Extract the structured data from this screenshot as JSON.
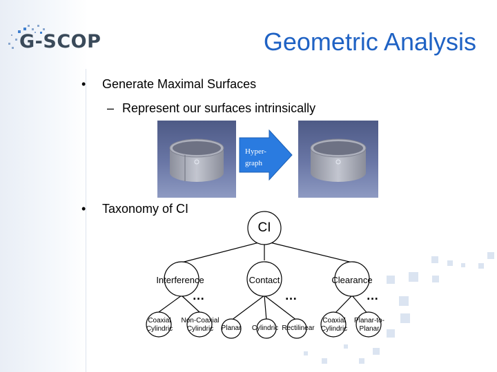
{
  "logo": {
    "text": "G-SCOP"
  },
  "title": "Geometric Analysis",
  "bullets": {
    "b1": "Generate Maximal Surfaces",
    "b1_sub": "Represent our surfaces intrinsically",
    "b2": "Taxonomy of CI",
    "mark": "•",
    "sub_mark": "–"
  },
  "hypergraph_label": "Hyper-graph",
  "tree": {
    "root": "CI",
    "level1": [
      "Interference",
      "Contact",
      "Clearance"
    ],
    "ellipsis": "…",
    "leaves": [
      "Coaxial Cylindric",
      "Non-Coaxial Cylindric",
      "Planar",
      "Cylindric",
      "Rectilinear",
      "Coaxial Cylindric",
      "Planar-to-Planar"
    ]
  },
  "colors": {
    "title_blue": "#1f62c4",
    "arrow_blue": "#2a7be0",
    "panel_blue": "#5d6a98"
  }
}
